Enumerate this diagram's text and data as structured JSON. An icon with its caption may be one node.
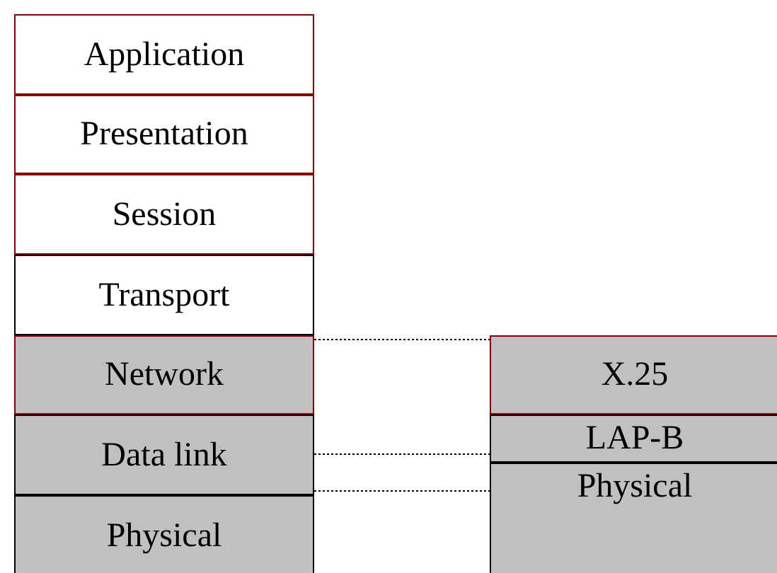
{
  "diagram": {
    "nodes": [
      {
        "text": [
          "Application"
        ]
      },
      {
        "text": [
          "Presentation"
        ]
      },
      {
        "text": [
          "Session"
        ]
      },
      {
        "text": [
          "Transport"
        ]
      },
      {
        "text": [
          "Network"
        ]
      },
      {
        "text": [
          "Data link"
        ]
      },
      {
        "text": [
          "Physical"
        ]
      },
      {
        "text": [
          "X.25"
        ]
      },
      {
        "text": [
          "LAP-B"
        ]
      },
      {
        "text": [
          "Physical"
        ]
      }
    ],
    "edges": [
      {
        "from": 4,
        "to": 7,
        "arrow": "none",
        "style": "dashed"
      },
      {
        "from": 5,
        "to": 8,
        "arrow": "none",
        "style": "dashed"
      },
      {
        "from": 5,
        "to": 9,
        "arrow": "none",
        "style": "dashed"
      }
    ]
  }
}
